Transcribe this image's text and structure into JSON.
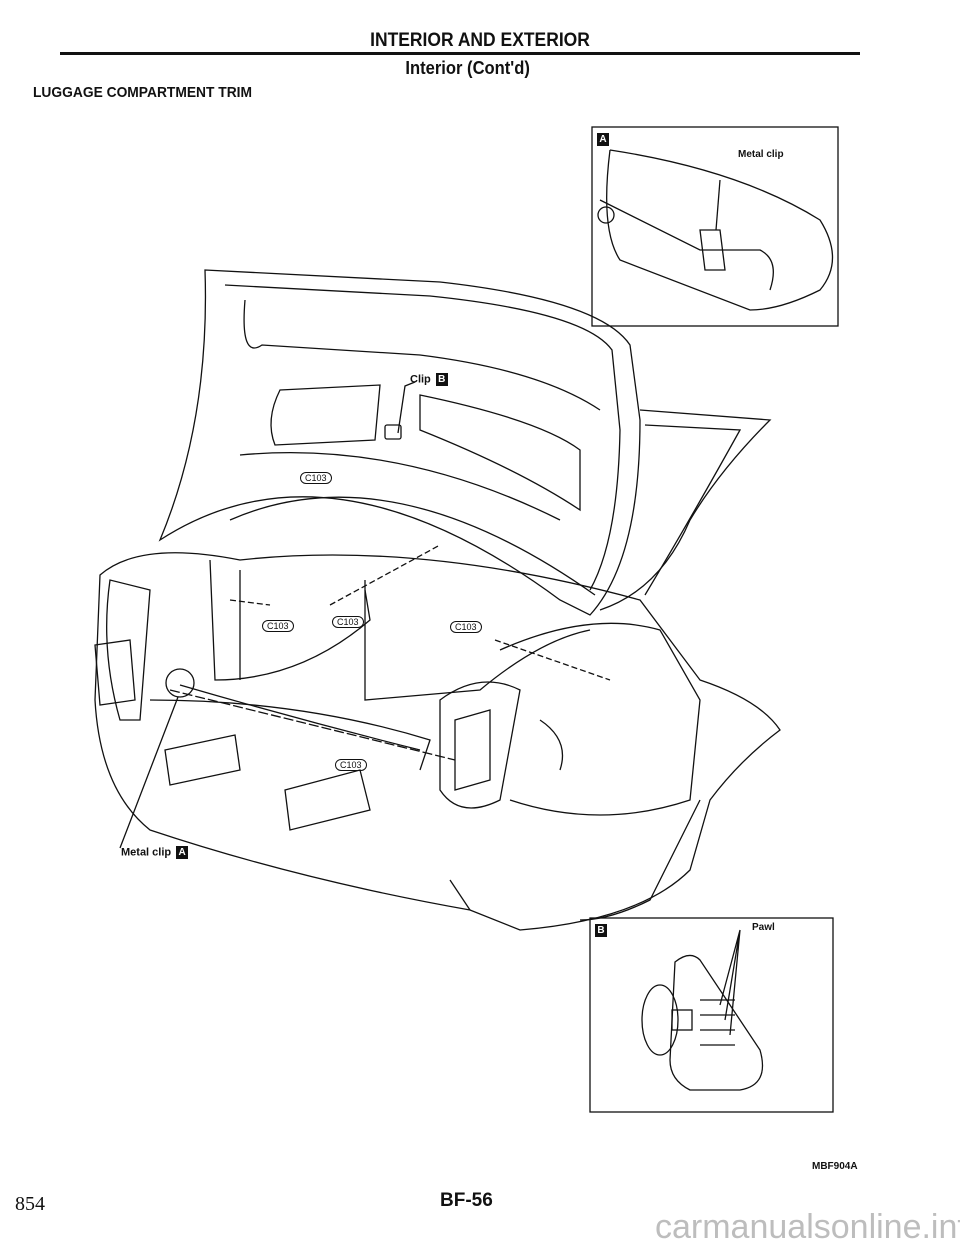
{
  "header": {
    "section_title": "INTERIOR AND EXTERIOR",
    "subsection_title": "Interior (Cont'd)",
    "topic": "LUGGAGE COMPARTMENT TRIM"
  },
  "figure": {
    "callouts": {
      "clip": "Clip",
      "clip_ref": "B",
      "metal_clip": "Metal clip",
      "metal_clip_ref": "A",
      "fastener_code": "C103"
    },
    "inset_a": {
      "ref": "A",
      "label": "Metal clip"
    },
    "inset_b": {
      "ref": "B",
      "label": "Pawl"
    },
    "figure_code": "MBF904A"
  },
  "footer": {
    "page_number": "854",
    "page_code": "BF-56",
    "watermark": "carmanualsonline.info"
  }
}
